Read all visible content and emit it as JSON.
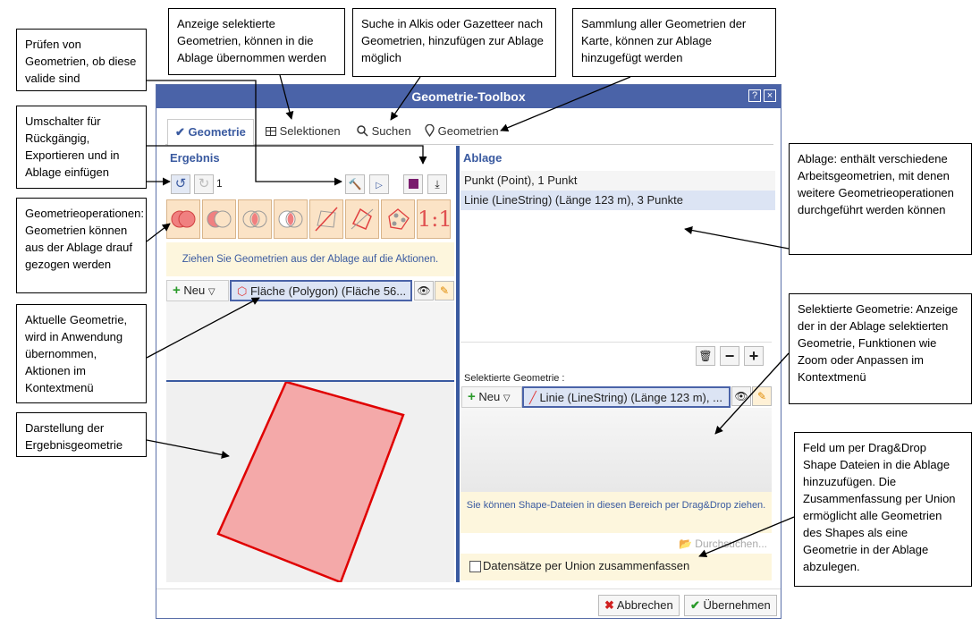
{
  "window": {
    "title": "Geometrie-Toolbox",
    "help_glyph": "?",
    "close_glyph": "×"
  },
  "tabs": [
    {
      "label": "Geometrie",
      "icon": "check-icon"
    },
    {
      "label": "Selektionen",
      "icon": "table-icon"
    },
    {
      "label": "Suchen",
      "icon": "search-icon"
    },
    {
      "label": "Geometrien",
      "icon": "map-marker-icon"
    }
  ],
  "left": {
    "title": "Ergebnis",
    "undo_count": "1",
    "hint": "Ziehen Sie Geometrien aus der Ablage auf die Aktionen.",
    "new_label": "Neu",
    "current_geometry": "Fläche (Polygon) (Fläche 56...",
    "op_last_label": "1:1"
  },
  "right": {
    "title": "Ablage",
    "items": [
      {
        "label": "Punkt (Point), 1 Punkt"
      },
      {
        "label": "Linie (LineString) (Länge 123 m), 3 Punkte"
      }
    ],
    "selected_label": "Selektierte Geometrie :",
    "new_label": "Neu",
    "selected_geometry": "Linie (LineString) (Länge 123 m), ...",
    "drop_hint": "Sie können Shape-Dateien in diesen Bereich per Drag&Drop ziehen.",
    "browse_label": "Durchsuchen...",
    "union_label": "Datensätze per Union zusammenfassen"
  },
  "footer": {
    "cancel_label": "Abbrechen",
    "apply_label": "Übernehmen"
  },
  "annotations": {
    "pruefen": "Prüfen von Geometrien, ob diese valide sind",
    "anzeige": "Anzeige selektierte Geometrien, können in die Ablage übernommen werden",
    "suche": "Suche in Alkis oder Gazetteer nach Geometrien, hinzufügen zur Ablage möglich",
    "sammlung": "Sammlung aller Geometrien der Karte, können zur Ablage hinzugefügt werden",
    "umschalter": "Umschalter für Rückgängig, Exportieren und in Ablage einfügen",
    "ablage": "Ablage: enthält verschiedene Arbeitsgeometrien, mit denen weitere Geometrieoperationen durchgeführt werden können",
    "geomop": "Geometrieoperationen: Geometrien können aus der Ablage drauf gezogen werden",
    "aktuelle": "Aktuelle Geometrie, wird in Anwendung übernommen, Aktionen im Kontextmenü",
    "selektierte": "Selektierte Geometrie: Anzeige der in der Ablage selektierten Geometrie, Funktionen wie Zoom oder Anpassen im Kontextmenü",
    "darstellung": "Darstellung der Ergebnisgeometrie",
    "feld": "Feld um per Drag&Drop Shape Dateien in die Ablage hinzuzufügen. Die Zusammenfassung per Union ermöglicht alle Geometrien des Shapes als eine Geometrie in der Ablage abzulegen."
  },
  "colors": {
    "titlebar": "#4a63a8",
    "accent": "#3a5aa0",
    "polygon_fill": "#f4a9a9",
    "polygon_stroke": "#e00000",
    "op_bg": "#fbe3c6"
  }
}
